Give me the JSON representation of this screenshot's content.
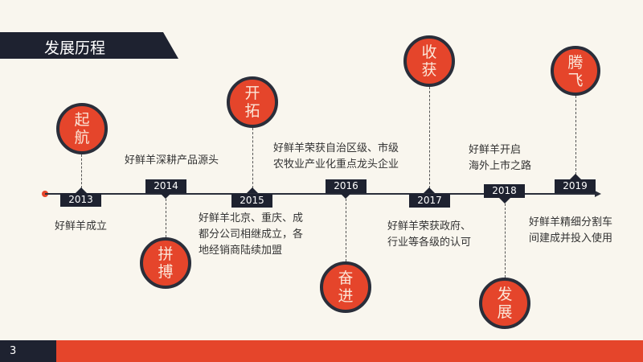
{
  "title": "发展历程",
  "page_number": "3",
  "colors": {
    "accent": "#e5452b",
    "dark": "#1e2230",
    "background": "#f9f6ee"
  },
  "milestones": [
    {
      "year": "2013",
      "badge": [
        "起",
        "航"
      ],
      "desc": [
        "好鲜羊成立"
      ]
    },
    {
      "year": "2014",
      "badge": [
        "拼",
        "搏"
      ],
      "desc": [
        "好鲜羊深耕产品源头"
      ]
    },
    {
      "year": "2015",
      "badge": [
        "开",
        "拓"
      ],
      "desc": [
        "好鲜羊北京、重庆、成",
        "都分公司相继成立，各",
        "地经销商陆续加盟"
      ]
    },
    {
      "year": "2016",
      "badge": [
        "奋",
        "进"
      ],
      "desc": [
        "好鲜羊荣获自治区级、市级",
        "农牧业产业化重点龙头企业"
      ]
    },
    {
      "year": "2017",
      "badge": [
        "收",
        "获"
      ],
      "desc": [
        "好鲜羊荣获政府、",
        "行业等各级的认可"
      ]
    },
    {
      "year": "2018",
      "badge": [
        "发",
        "展"
      ],
      "desc": [
        "好鲜羊开启",
        "海外上市之路"
      ]
    },
    {
      "year": "2019",
      "badge": [
        "腾",
        "飞"
      ],
      "desc": [
        "好鲜羊精细分割车",
        "间建成并投入使用"
      ]
    }
  ]
}
